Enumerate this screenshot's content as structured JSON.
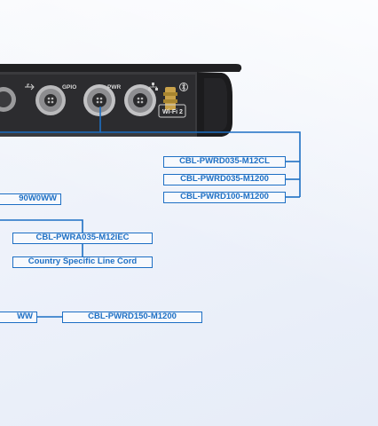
{
  "device": {
    "port_labels": [
      "GPIO",
      "PWR"
    ],
    "wifi_label": "Wi-Fi 2",
    "usb_icon": "usb-icon",
    "lan_icon": "lan-icon",
    "bt_icon": "bluetooth-icon"
  },
  "cables": {
    "pwrd035_m12cl": "CBL-PWRD035-M12CL",
    "pwrd035_m1200": "CBL-PWRD035-M1200",
    "pwrd100_m1200": "CBL-PWRD100-M1200",
    "partial_upper": "90W0WW",
    "pwra035_m12iec": "CBL-PWRA035-M12IEC",
    "line_cord": "Country Specific Line Cord",
    "partial_lower": "WW",
    "pwrd150_m1200": "CBL-PWRD150-M1200"
  },
  "colors": {
    "wire": "#1d6fc4",
    "device_body": "#1a1a1c"
  }
}
